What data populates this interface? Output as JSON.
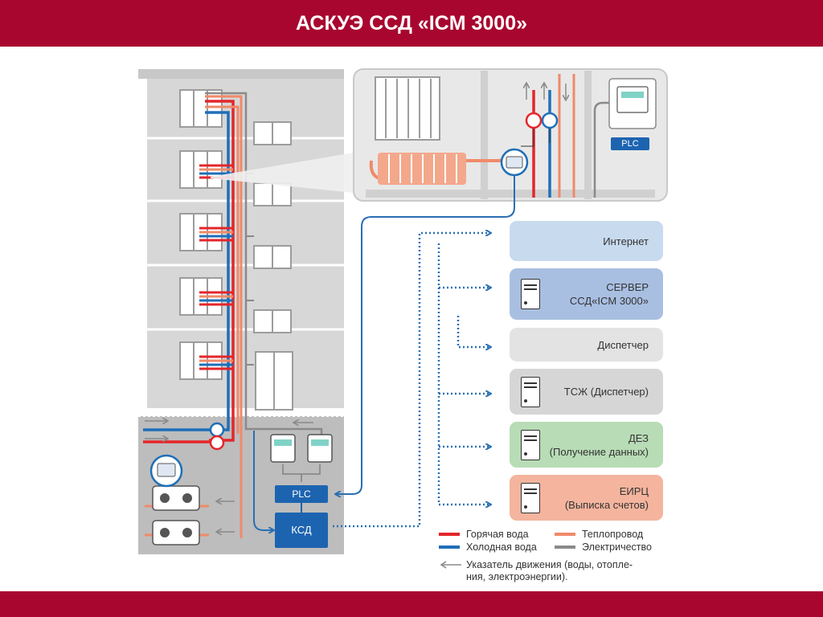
{
  "header": {
    "title": "АСКУЭ ССД «ICM 3000»"
  },
  "colors": {
    "brand": "#a8062f",
    "hot_water": "#e3262b",
    "cold_water": "#1f6fb8",
    "heat_pipe": "#ef8a6a",
    "electricity": "#8a8a8a",
    "data_link": "#2a6fb3",
    "device_blue": "#1d64b0"
  },
  "devices": {
    "plc_top": "PLC",
    "plc_basement": "PLC",
    "ksd": "КСД"
  },
  "receivers": [
    {
      "id": "internet",
      "label": "Интернет",
      "has_server_icon": false,
      "color": "#c8daee"
    },
    {
      "id": "server",
      "label": "СЕРВЕР\nССД«ICM 3000»",
      "has_server_icon": true,
      "color": "#a9bfe2"
    },
    {
      "id": "dispatcher",
      "label": "Диспетчер",
      "has_server_icon": false,
      "color": "#e3e3e3"
    },
    {
      "id": "tszh",
      "label": "ТСЖ (Диспетчер)",
      "has_server_icon": true,
      "color": "#d6d6d6"
    },
    {
      "id": "dez",
      "label": "ДЕЗ\n(Получение данных)",
      "has_server_icon": true,
      "color": "#b8dcb6"
    },
    {
      "id": "eirc",
      "label": "ЕИРЦ\n(Выписка счетов)",
      "has_server_icon": true,
      "color": "#f4b49e"
    }
  ],
  "legend": {
    "hot_water": "Горячая вода",
    "cold_water": "Холодная вода",
    "heat_pipe": "Теплопровод",
    "electricity": "Электричество",
    "direction_line1": "Указатель движения (воды, отопле-",
    "direction_line2": "ния, электроэнергии)."
  }
}
